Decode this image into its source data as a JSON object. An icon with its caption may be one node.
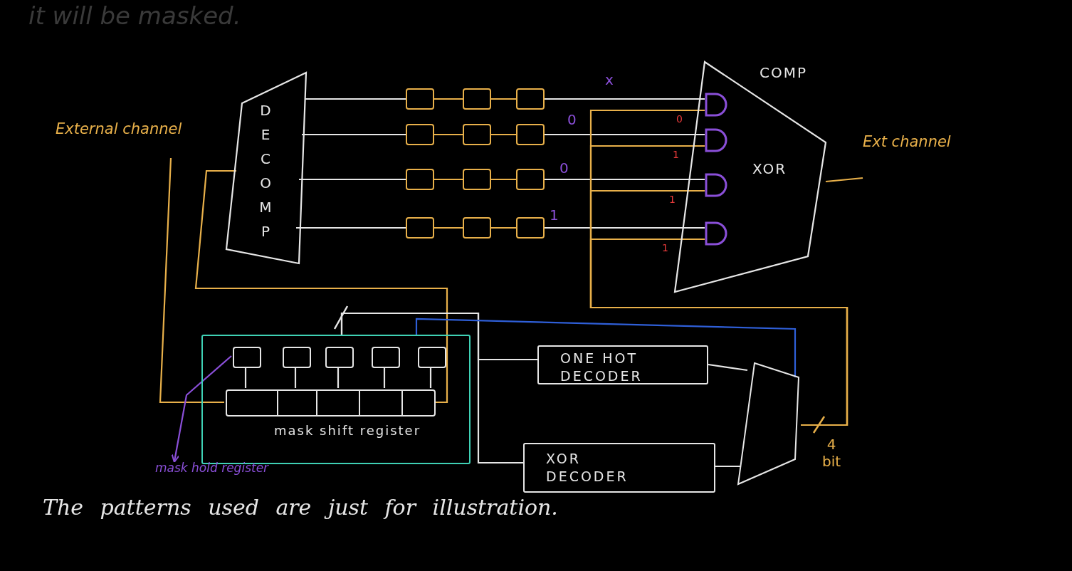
{
  "diagram": {
    "caption": "The patterns used are just for illustration.",
    "nodes": [
      {
        "text": [
          "DECOMP"
        ]
      },
      {
        "text": [],
        "shape": "box"
      },
      {
        "text": [],
        "shape": "box"
      },
      {
        "text": [],
        "shape": "box"
      },
      {
        "text": [],
        "shape": "box"
      },
      {
        "text": [],
        "shape": "box"
      },
      {
        "text": [],
        "shape": "box"
      },
      {
        "text": [],
        "shape": "box"
      },
      {
        "text": [],
        "shape": "box"
      },
      {
        "text": [],
        "shape": "box"
      },
      {
        "text": [],
        "shape": "box"
      },
      {
        "text": [],
        "shape": "box"
      },
      {
        "text": [],
        "shape": "box"
      },
      {
        "text": [
          "COMP",
          "XOR"
        ]
      },
      {
        "text": [],
        "shape": "gate",
        "in": 13
      },
      {
        "text": [],
        "shape": "gate",
        "in": 13
      },
      {
        "text": [],
        "shape": "gate",
        "in": 13
      },
      {
        "text": [],
        "shape": "gate",
        "in": 13
      },
      {
        "text": [
          "mask shift register"
        ]
      },
      {
        "text": [],
        "shape": "box",
        "in": 18
      },
      {
        "text": [],
        "shape": "box",
        "in": 18
      },
      {
        "text": [],
        "shape": "box",
        "in": 18
      },
      {
        "text": [],
        "shape": "box",
        "in": 18
      },
      {
        "text": [],
        "shape": "box",
        "in": 18
      },
      {
        "text": [],
        "shape": "box",
        "in": 18
      },
      {
        "text": [
          "mask hold register"
        ]
      },
      {
        "text": [
          "ONE HOT DECODER"
        ]
      },
      {
        "text": [
          "XOR DECODER"
        ]
      },
      {
        "text": [],
        "shape": "trapezoid"
      },
      {
        "text": [
          "External channel"
        ]
      },
      {
        "text": [
          "Ext channel"
        ]
      }
    ],
    "edges": [
      {
        "from": 0,
        "to": 1,
        "arrow": "none"
      },
      {
        "from": 0,
        "to": 4,
        "arrow": "none"
      },
      {
        "from": 0,
        "to": 7,
        "arrow": "none"
      },
      {
        "from": 0,
        "to": 10,
        "arrow": "none"
      },
      {
        "from": 1,
        "to": 2,
        "arrow": "none",
        "color": "#e8b04a"
      },
      {
        "from": 2,
        "to": 3,
        "arrow": "none",
        "color": "#e8b04a"
      },
      {
        "from": 4,
        "to": 5,
        "arrow": "none",
        "color": "#e8b04a"
      },
      {
        "from": 5,
        "to": 6,
        "arrow": "none",
        "color": "#e8b04a"
      },
      {
        "from": 7,
        "to": 8,
        "arrow": "none",
        "color": "#e8b04a"
      },
      {
        "from": 8,
        "to": 9,
        "arrow": "none",
        "color": "#e8b04a"
      },
      {
        "from": 10,
        "to": 11,
        "arrow": "none",
        "color": "#e8b04a"
      },
      {
        "from": 11,
        "to": 12,
        "arrow": "none",
        "color": "#e8b04a"
      },
      {
        "from": 3,
        "to": 14,
        "arrow": "none"
      },
      {
        "from": 6,
        "to": 15,
        "arrow": "none"
      },
      {
        "from": 9,
        "to": 16,
        "arrow": "none"
      },
      {
        "from": 12,
        "to": 17,
        "arrow": "none"
      },
      {
        "from": 28,
        "to": 14,
        "arrow": "none",
        "color": "#e8b04a"
      },
      {
        "from": 28,
        "to": 15,
        "arrow": "none",
        "color": "#e8b04a"
      },
      {
        "from": 28,
        "to": 16,
        "arrow": "none",
        "color": "#e8b04a"
      },
      {
        "from": 28,
        "to": 17,
        "arrow": "none",
        "color": "#e8b04a"
      },
      {
        "from": 29,
        "to": 24,
        "arrow": "none",
        "color": "#e8b04a"
      },
      {
        "from": 24,
        "to": 0,
        "arrow": "none",
        "color": "#e8b04a"
      },
      {
        "from": 19,
        "to": 24,
        "arrow": "none"
      },
      {
        "from": 20,
        "to": 24,
        "arrow": "none"
      },
      {
        "from": 21,
        "to": 24,
        "arrow": "none"
      },
      {
        "from": 22,
        "to": 24,
        "arrow": "none"
      },
      {
        "from": 23,
        "to": 24,
        "arrow": "none"
      },
      {
        "from": 18,
        "to": 26,
        "arrow": "none"
      },
      {
        "from": 18,
        "to": 27,
        "arrow": "none"
      },
      {
        "from": 26,
        "to": 28,
        "arrow": "none"
      },
      {
        "from": 27,
        "to": 28,
        "arrow": "none"
      },
      {
        "from": 18,
        "to": 28,
        "arrow": "none",
        "color": "#2f5fd8"
      },
      {
        "from": 13,
        "to": 30,
        "arrow": "none",
        "color": "#e8b04a"
      },
      {
        "from": 19,
        "to": 25,
        "arrow": "to",
        "color": "#8a4fd8"
      }
    ],
    "labels": [
      "it will be masked.",
      "x",
      "0",
      "0",
      "1",
      "0",
      "1",
      "1",
      "1",
      "4 bit"
    ]
  }
}
